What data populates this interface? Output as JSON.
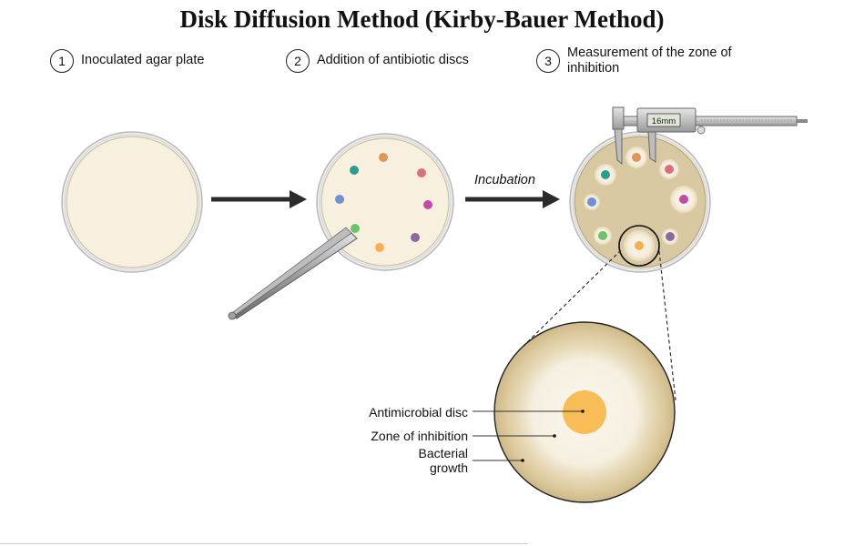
{
  "title": "Disk Diffusion Method (Kirby-Bauer Method)",
  "steps": [
    {
      "number": "1",
      "label": "Inoculated agar plate"
    },
    {
      "number": "2",
      "label": "Addition of antibiotic discs"
    },
    {
      "number": "3",
      "label": "Measurement of the zone of inhibition"
    }
  ],
  "incubation_label": "Incubation",
  "caliper_reading": "16mm",
  "callouts": {
    "disc": "Antimicrobial disc",
    "zone": "Zone of inhibition",
    "growth_line1": "Bacterial",
    "growth_line2": "growth"
  },
  "colors": {
    "agar": "#f7f0df",
    "bacterial_lawn": "#d8c9a2",
    "zone": "#f7f1e4",
    "disc_teal": "#2a9d8f",
    "disc_orange": "#e0955a",
    "disc_pink": "#d9707e",
    "disc_blue": "#6f8fd6",
    "disc_magenta": "#c34aa8",
    "disc_purple": "#8a6aa0",
    "disc_yellow": "#f7b04a",
    "disc_green": "#6cc46a"
  }
}
